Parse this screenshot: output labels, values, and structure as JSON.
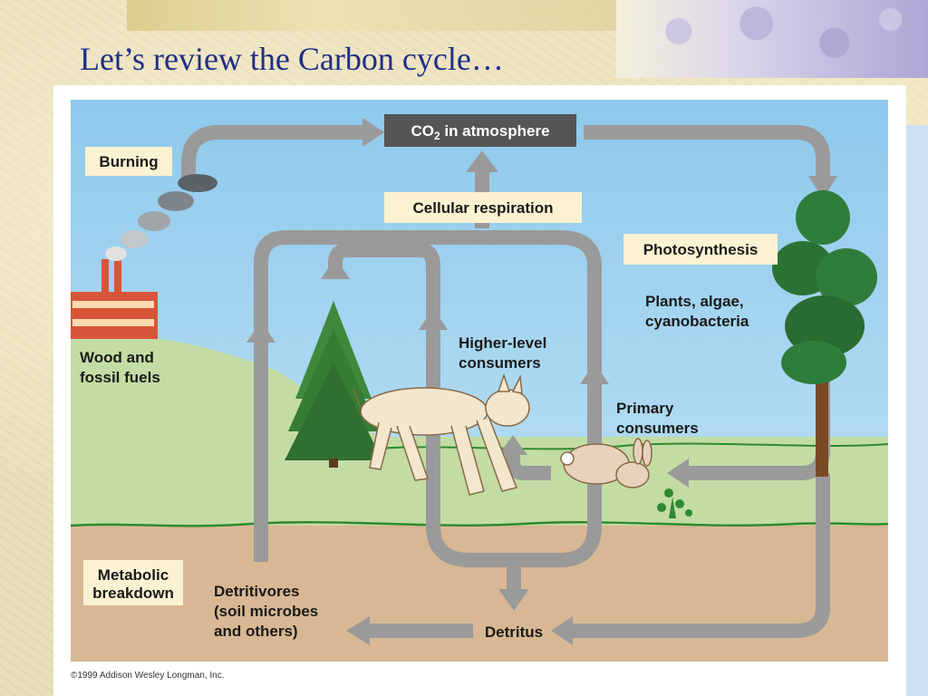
{
  "slide": {
    "title": "Let’s review the Carbon cycle…"
  },
  "diagram": {
    "co2_box": {
      "main": "CO",
      "sub": "2",
      "rest": " in atmosphere"
    },
    "labels": {
      "burning": "Burning",
      "cellular_respiration": "Cellular respiration",
      "photosynthesis": "Photosynthesis",
      "plants_line1": "Plants, algae,",
      "plants_line2": "cyanobacteria",
      "higher_line1": "Higher-level",
      "higher_line2": "consumers",
      "primary_line1": "Primary",
      "primary_line2": "consumers",
      "wood_line1": "Wood and",
      "wood_line2": "fossil fuels",
      "metabolic_line1": "Metabolic",
      "metabolic_line2": "breakdown",
      "detritivores_line1": "Detritivores",
      "detritivores_line2": "(soil microbes",
      "detritivores_line3": "and others)",
      "detritus": "Detritus"
    },
    "icons": [
      "factory-icon",
      "smoke-icon",
      "pine-tree-icon",
      "deciduous-tree-icon",
      "lynx-icon",
      "rabbit-icon",
      "sprout-icon"
    ],
    "colors": {
      "sky": "#a9d6ef",
      "hill": "#c3dca4",
      "soil": "#d8b894",
      "arrow": "#9a9a9a",
      "label_box": "#fbf2d2",
      "co2_box": "#555555",
      "factory": "#d9553a",
      "tree": "#2f7d3a"
    }
  },
  "footer": {
    "copyright": "©1999 Addison Wesley Longman, Inc."
  }
}
